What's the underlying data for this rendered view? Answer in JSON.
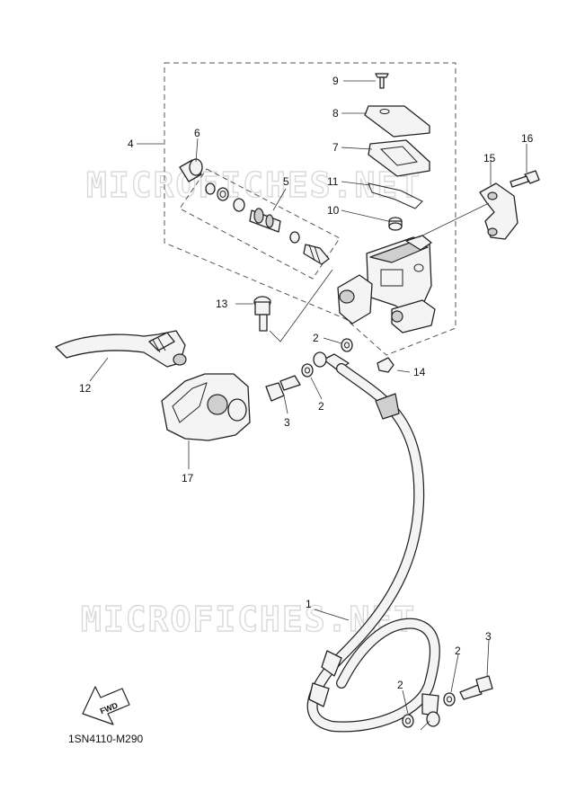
{
  "watermark": {
    "text": "MICROFICHES.NET"
  },
  "diagram_code": "1SN4110-M290",
  "direction_badge": "FWD",
  "callouts": [
    {
      "id": "c9",
      "label": "9"
    },
    {
      "id": "c8",
      "label": "8"
    },
    {
      "id": "c7",
      "label": "7"
    },
    {
      "id": "c6",
      "label": "6"
    },
    {
      "id": "c4",
      "label": "4"
    },
    {
      "id": "c5",
      "label": "5"
    },
    {
      "id": "c11",
      "label": "11"
    },
    {
      "id": "c10",
      "label": "10"
    },
    {
      "id": "c16",
      "label": "16"
    },
    {
      "id": "c15",
      "label": "15"
    },
    {
      "id": "c13",
      "label": "13"
    },
    {
      "id": "c2a",
      "label": "2"
    },
    {
      "id": "c14",
      "label": "14"
    },
    {
      "id": "c12",
      "label": "12"
    },
    {
      "id": "c3a",
      "label": "3"
    },
    {
      "id": "c2b",
      "label": "2"
    },
    {
      "id": "c17",
      "label": "17"
    },
    {
      "id": "c1",
      "label": "1"
    },
    {
      "id": "c3b",
      "label": "3"
    },
    {
      "id": "c2c",
      "label": "2"
    },
    {
      "id": "c2d",
      "label": "2"
    }
  ]
}
